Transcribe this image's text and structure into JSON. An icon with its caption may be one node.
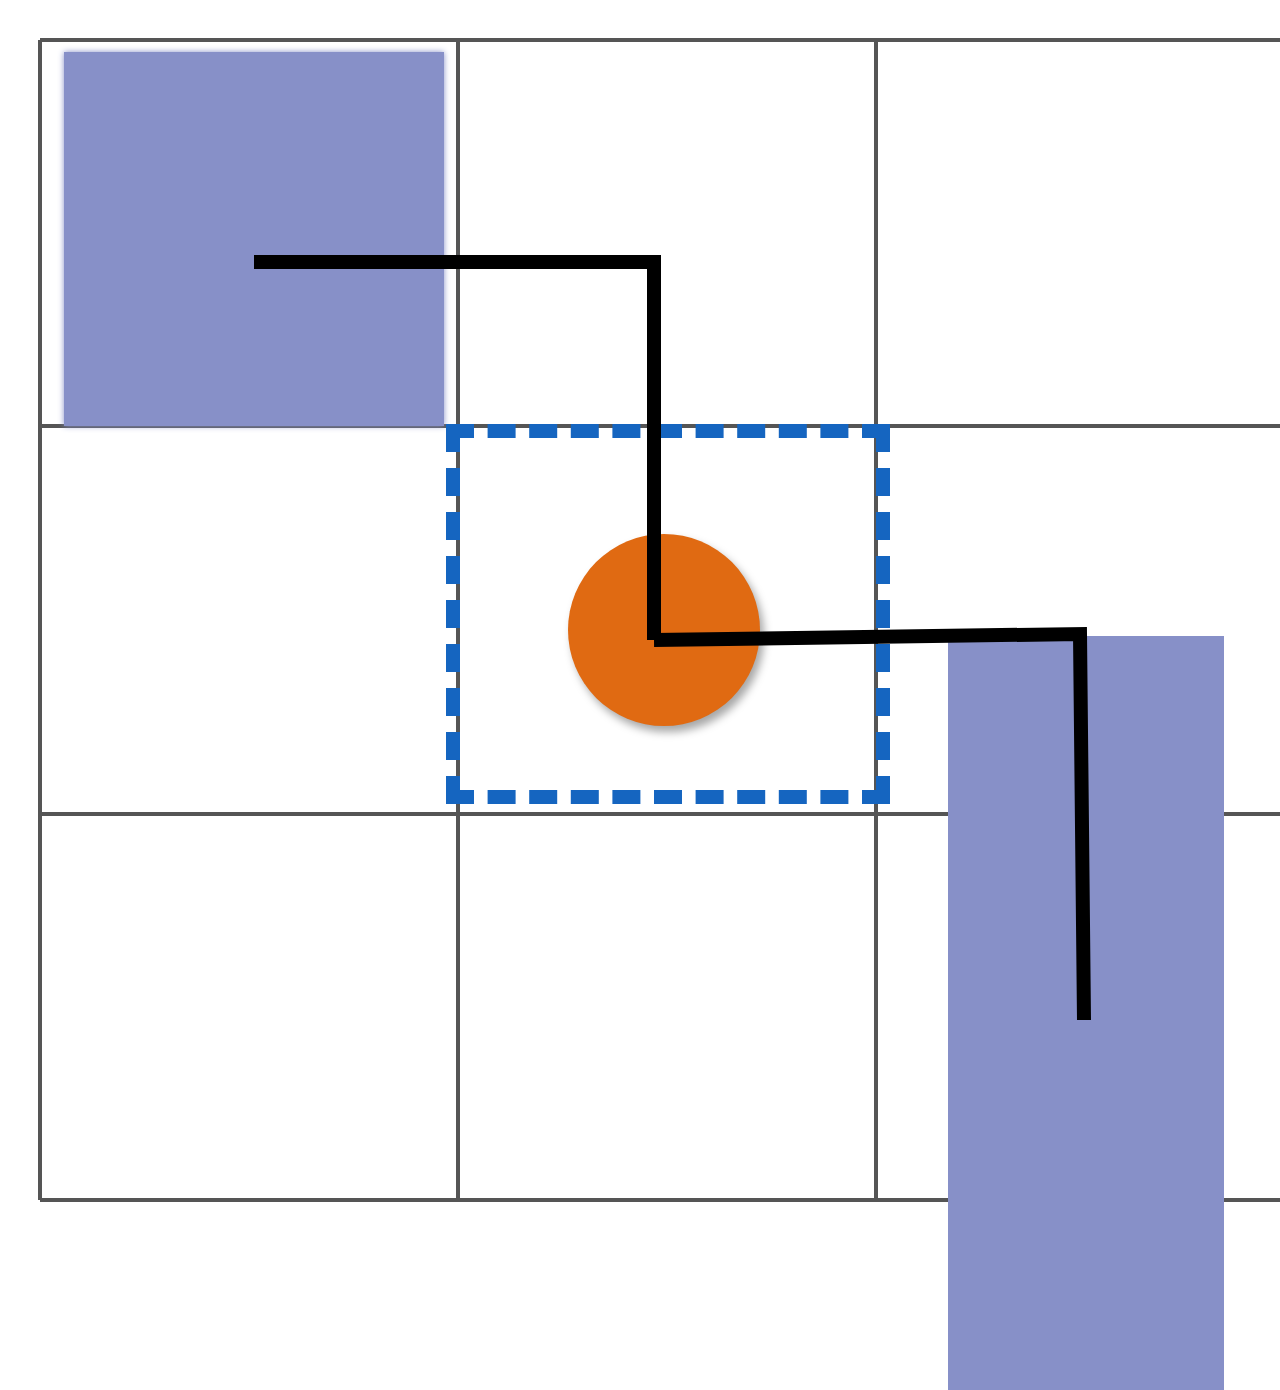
{
  "diagram": {
    "nodes": [
      {
        "text": [],
        "shape": "box"
      },
      {
        "text": [],
        "shape": "box"
      },
      {
        "text": [],
        "shape": "circle",
        "in": 1
      },
      {
        "text": [],
        "shape": "bar"
      }
    ],
    "edges": [
      {
        "from": 0,
        "to": 2,
        "arrow": "none"
      },
      {
        "from": 2,
        "to": 3,
        "arrow": "none"
      }
    ]
  }
}
